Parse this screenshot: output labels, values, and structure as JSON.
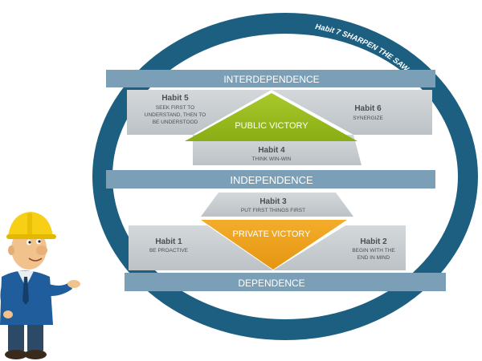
{
  "ring": {
    "label": "Habit 7 SHARPEN THE SAW"
  },
  "bands": {
    "interdependence": "INTERDEPENDENCE",
    "independence": "INDEPENDENCE",
    "dependence": "DEPENDENCE"
  },
  "victories": {
    "public": "PUBLIC VICTORY",
    "private": "PRIVATE VICTORY"
  },
  "habits": {
    "h1": {
      "title": "Habit 1",
      "desc": "BE PROACTIVE"
    },
    "h2": {
      "title": "Habit 2",
      "desc_line1": "BEGIN WITH THE",
      "desc_line2": "END IN MIND"
    },
    "h3": {
      "title": "Habit 3",
      "desc": "PUT FIRST THINGS FIRST"
    },
    "h4": {
      "title": "Habit 4",
      "desc": "THINK WIN-WIN"
    },
    "h5": {
      "title": "Habit 5",
      "desc_line1": "SEEK FIRST TO",
      "desc_line2": "UNDERSTAND, THEN TO",
      "desc_line3": "BE UNDERSTOOD"
    },
    "h6": {
      "title": "Habit 6",
      "desc": "SYNERGIZE"
    }
  },
  "colors": {
    "ring": "#1d5f80",
    "band": "#7a9fb6",
    "grey_triangle": "#c8cdd0",
    "public_victory": "#9cbf1e",
    "private_victory": "#efa21e"
  },
  "icons": [
    "worker-with-hard-hat-icon"
  ]
}
